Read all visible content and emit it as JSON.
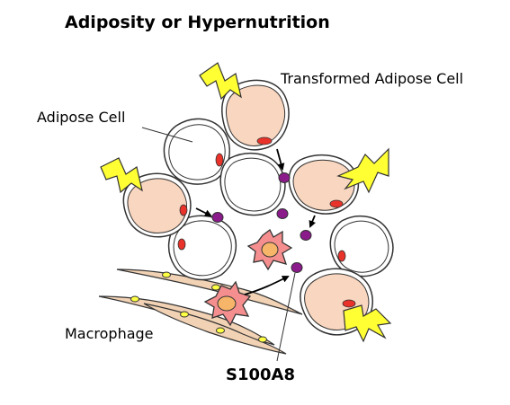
{
  "title": "Adiposity or Hypernutrition",
  "labels": {
    "transformed_adipose_cell": "Transformed Adipose Cell",
    "adipose_cell": "Adipose Cell",
    "macrophage": "Macrophage",
    "s100a8": "S100A8"
  },
  "colors": {
    "normal_cell_fill": "#ffffff",
    "transformed_cell_fill": "#f9d6bf",
    "cell_outline": "#333333",
    "nucleus": "#e8322a",
    "s100a8_particle": "#8b1a8b",
    "lightning": "#ffff33",
    "macrophage_body": "#f58f8f",
    "macrophage_nucleus": "#f7b56a",
    "fiber": "#f2d2b4",
    "fiber_node": "#ffff44"
  },
  "icons": [
    "lightning-bolt-icon",
    "arrow-icon"
  ]
}
